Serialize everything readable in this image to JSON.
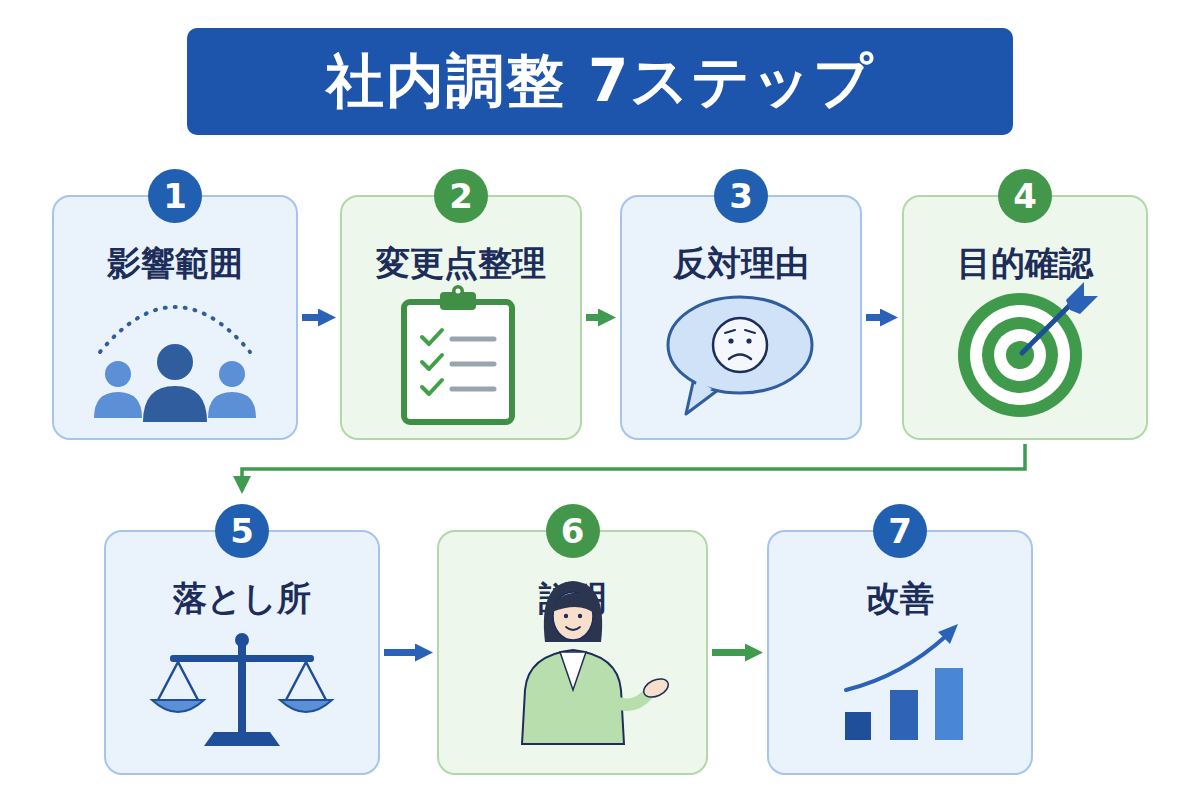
{
  "diagram": {
    "title": "社内調整 7ステップ",
    "nodes": [
      {
        "text": [
          "1",
          "影響範囲"
        ]
      },
      {
        "text": [
          "2",
          "変更点整理"
        ]
      },
      {
        "text": [
          "3",
          "反対理由"
        ]
      },
      {
        "text": [
          "4",
          "目的確認"
        ]
      },
      {
        "text": [
          "5",
          "落とし所"
        ]
      },
      {
        "text": [
          "6",
          "説明"
        ]
      },
      {
        "text": [
          "7",
          "改善"
        ]
      }
    ],
    "edges": [
      {
        "from": 0,
        "to": 1,
        "arrow": "to"
      },
      {
        "from": 1,
        "to": 2,
        "arrow": "to"
      },
      {
        "from": 2,
        "to": 3,
        "arrow": "to"
      },
      {
        "from": 3,
        "to": 4,
        "arrow": "to"
      },
      {
        "from": 4,
        "to": 5,
        "arrow": "to"
      },
      {
        "from": 5,
        "to": 6,
        "arrow": "to"
      }
    ]
  }
}
